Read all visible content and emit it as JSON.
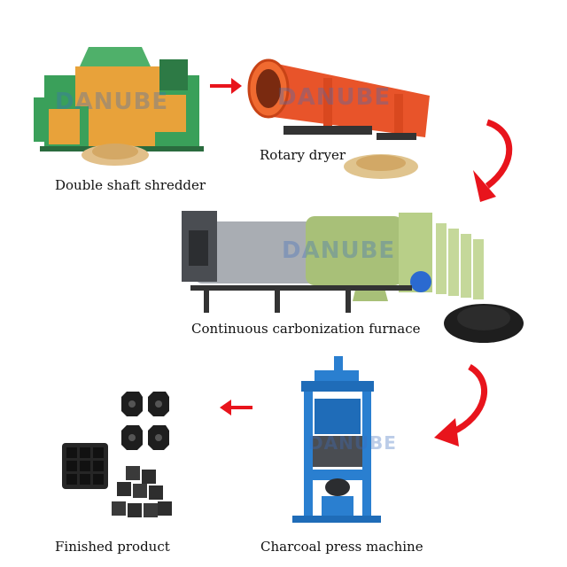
{
  "steps": {
    "shredder": {
      "label": "Double shaft shredder"
    },
    "dryer": {
      "label": "Rotary dryer"
    },
    "furnace": {
      "label": "Continuous carbonization furnace"
    },
    "press": {
      "label": "Charcoal press machine"
    },
    "product": {
      "label": "Finished product"
    }
  },
  "watermark": "DANUBE",
  "colors": {
    "arrow": "#e8141c",
    "dryer_drum": "#e8542a",
    "shredder_body": "#e8a23a",
    "shredder_frame": "#3aa05a",
    "furnace_shell": "#a9adb3",
    "furnace_green": "#a8c078",
    "press_frame": "#2a7fd0",
    "charcoal": "#1e1e1e"
  }
}
